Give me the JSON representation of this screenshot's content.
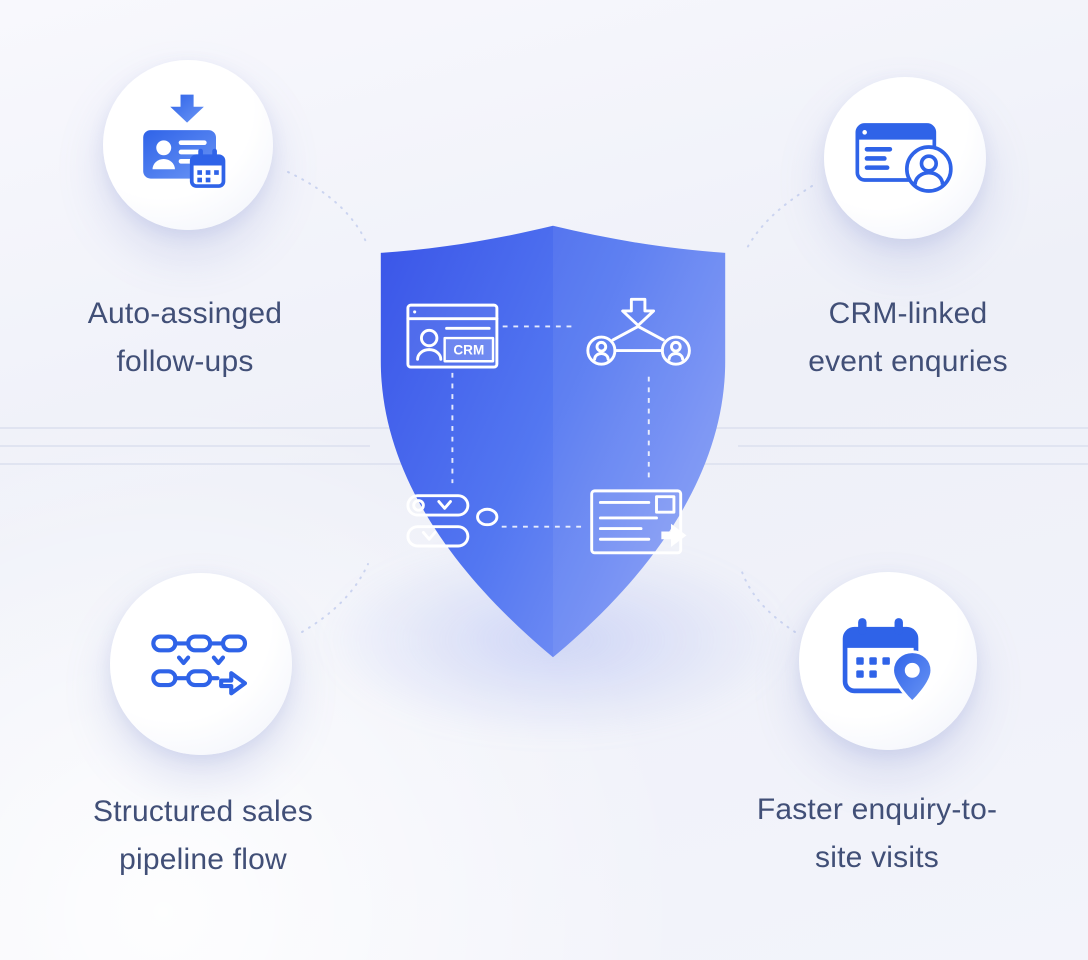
{
  "features": [
    {
      "id": "auto-assigned-follow-ups",
      "icon": "id-card-download-calendar-icon",
      "line1": "Auto-assinged",
      "line2": "follow-ups"
    },
    {
      "id": "crm-linked-event-enquiries",
      "icon": "browser-contact-card-icon",
      "line1": "CRM-linked",
      "line2": "event enquries"
    },
    {
      "id": "structured-sales-pipeline-flow",
      "icon": "pipeline-flow-arrow-icon",
      "line1": "Structured sales",
      "line2": "pipeline flow"
    },
    {
      "id": "faster-enquiry-to-site-visits",
      "icon": "calendar-location-pin-icon",
      "line1": "Faster enquiry-to-",
      "line2": "site visits"
    }
  ],
  "shield": {
    "crm_label": "CRM",
    "icons": [
      "crm-browser-icon",
      "lead-assignment-people-icon",
      "workflow-toggles-icon",
      "document-forward-icon"
    ]
  },
  "colors": {
    "accent_blue": "#2f63e8",
    "shield_gradient_start": "#3a55e8",
    "shield_gradient_end": "#7e97f5",
    "text": "#414f77",
    "background": "#f2f3fa"
  }
}
